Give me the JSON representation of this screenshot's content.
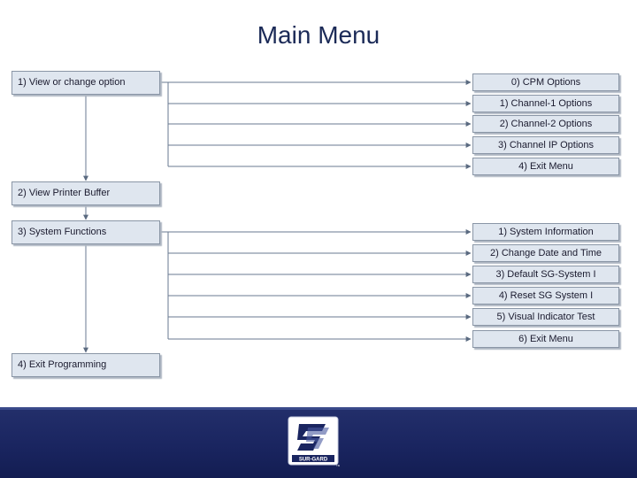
{
  "title": "Main Menu",
  "left_boxes": [
    {
      "label": "1) View or change option"
    },
    {
      "label": "2) View Printer Buffer"
    },
    {
      "label": "3) System Functions"
    },
    {
      "label": "4) Exit Programming"
    }
  ],
  "group1": [
    {
      "label": "0) CPM Options"
    },
    {
      "label": "1) Channel-1 Options"
    },
    {
      "label": "2) Channel-2 Options"
    },
    {
      "label": "3) Channel IP Options"
    },
    {
      "label": "4) Exit Menu"
    }
  ],
  "group2": [
    {
      "label": "1) System Information"
    },
    {
      "label": "2) Change Date and Time"
    },
    {
      "label": "3) Default SG-System I"
    },
    {
      "label": "4) Reset SG System I"
    },
    {
      "label": "5) Visual Indicator Test"
    },
    {
      "label": "6) Exit Menu"
    }
  ],
  "logo": {
    "text": "SUR-GARD",
    "colors": {
      "footer": "#1a2560",
      "box": "#dfe6ef",
      "line": "#5a6a80"
    }
  }
}
